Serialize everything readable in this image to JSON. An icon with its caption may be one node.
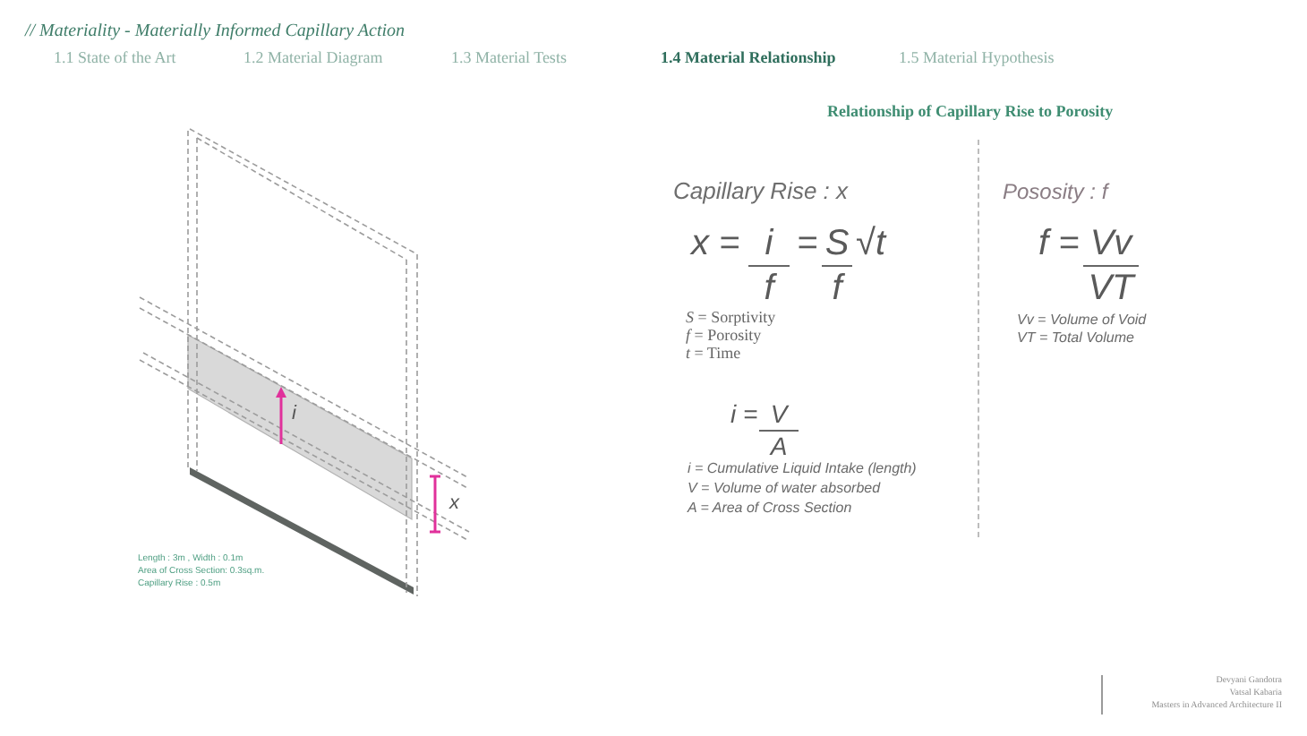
{
  "diagram": {
    "title": "Relationship of Capillary Rise to Porosity",
    "labels": [
      "// Materiality - Materially Informed Capillary Action",
      "1.1 State of the Art",
      "1.2 Material Diagram",
      "1.3 Material Tests",
      "1.4 Material Relationship",
      "1.5 Material Hypothesis",
      "i",
      "x",
      "Length : 3m , Width : 0.1m",
      "Area of Cross Section: 0.3sq.m.",
      "Capillary Rise : 0.5m",
      "Capillary Rise : x",
      "x =",
      "i",
      "f",
      "=",
      "S",
      "f",
      "√t",
      "*S* = Sorptivity",
      "*f* = Porosity",
      "*t* = Time",
      "i =",
      "V",
      "A",
      "i = Cumulative Liquid Intake (length)",
      "V = Volume of water absorbed",
      "A = Area of Cross Section",
      "Pososity : f",
      "f =",
      "Vv",
      "VT",
      "Vv = Volume of Void",
      "VT = Total Volume",
      "Devyani Gandotra",
      "Vatsal Kabaria",
      "Masters in Advanced Architecture II"
    ]
  }
}
